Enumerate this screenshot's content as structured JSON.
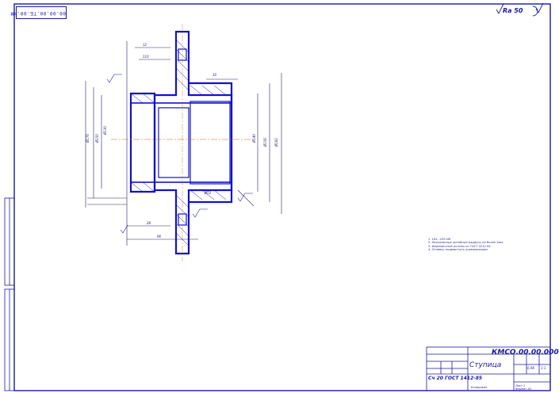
{
  "drawing": {
    "doc_code_top": "00.00.00.TБ.00.ИМ",
    "roughness_other": "Ra 50",
    "notes": [
      "1. 183...229 НВ.",
      "2. Неуказанные литейные радиусы не более 3мм.",
      "3. Формовочные уклоны по ГОСТ 3212-92.",
      "4. Отливку подвергнуть нормализации."
    ],
    "title_block": {
      "code": "КМСО.00.00.000",
      "part_name": "Ступица",
      "material": "Сч 20 ГОСТ 1412-85",
      "mass": "6,98",
      "scale": "1:1",
      "sheet": "Лист 1",
      "copied": "Копировал",
      "format": "Формат А3"
    }
  },
  "colors": {
    "outline": "#1a1aa0",
    "part": "#1111cc",
    "dimension": "#222266",
    "center": "#e06010"
  }
}
